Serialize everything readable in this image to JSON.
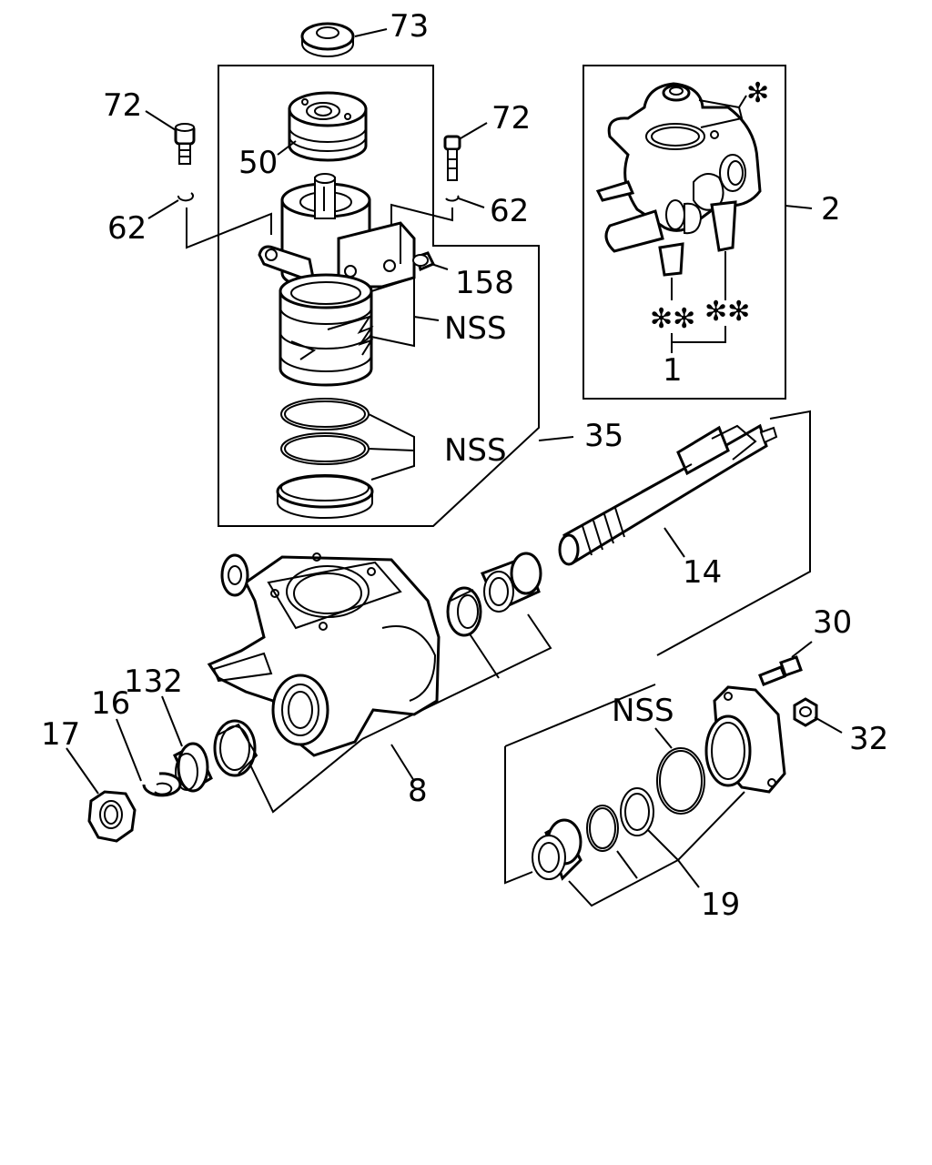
{
  "diagram": {
    "labels": {
      "p73": "73",
      "p72_left": "72",
      "p72_right": "72",
      "p50": "50",
      "p62_left": "62",
      "p62_right": "62",
      "p158": "158",
      "nss_upper": "NSS",
      "nss_middle": "NSS",
      "p35": "35",
      "p2": "2",
      "star_single": "✻",
      "star_double_left": "✻✻",
      "star_double_right": "✻✻",
      "p1": "1",
      "p14": "14",
      "p30": "30",
      "p32": "32",
      "nss_lower": "NSS",
      "p132": "132",
      "p16": "16",
      "p17": "17",
      "p8": "8",
      "p19": "19"
    }
  }
}
